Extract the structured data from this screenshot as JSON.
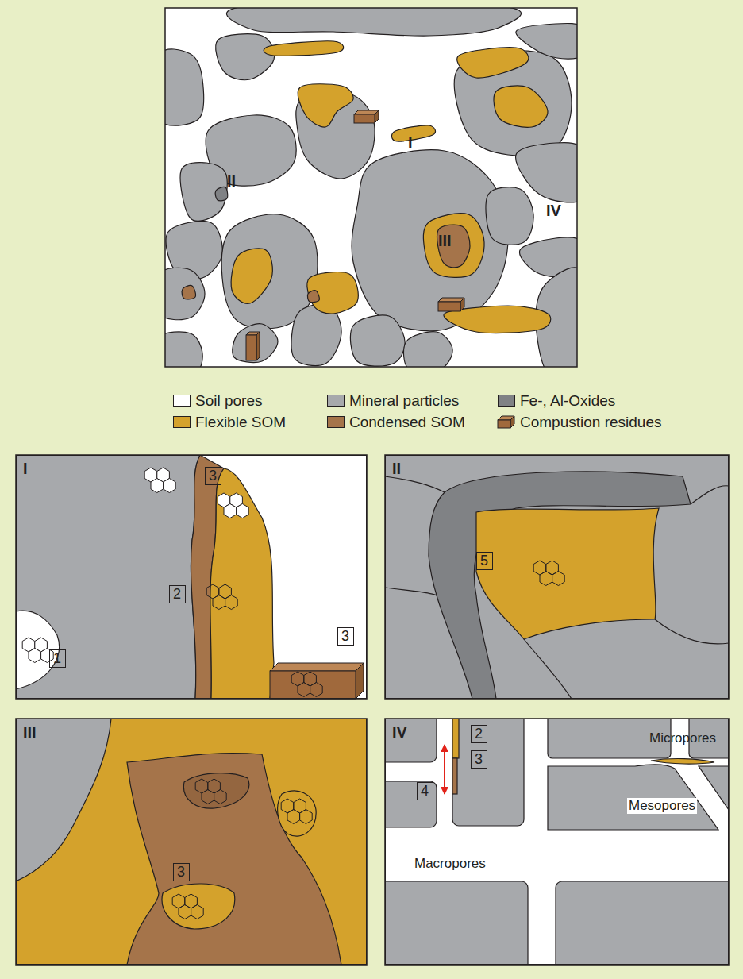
{
  "diagram": {
    "nodes": [
      {
        "text": [
          "I"
        ]
      },
      {
        "text": [
          "3"
        ],
        "in": 0
      },
      {
        "text": [
          "2"
        ],
        "in": 0
      },
      {
        "text": [
          "3"
        ],
        "in": 0
      },
      {
        "text": [
          "1"
        ],
        "in": 0
      },
      {
        "text": [
          "II"
        ]
      },
      {
        "text": [
          "5"
        ],
        "in": 5
      },
      {
        "text": [
          "III"
        ]
      },
      {
        "text": [
          "3"
        ],
        "in": 7
      },
      {
        "text": [
          "IV"
        ]
      },
      {
        "text": [
          "2"
        ],
        "in": 9
      },
      {
        "text": [
          "3"
        ],
        "in": 9
      },
      {
        "text": [
          "4"
        ],
        "in": 9
      }
    ],
    "labels": [
      "I",
      "II",
      "III",
      "IV",
      "Micropores",
      "Mesopores",
      "Macropores"
    ],
    "legend": [
      {
        "text": "Soil pores",
        "color": "#ffffff"
      },
      {
        "text": "Mineral particles",
        "color": "#a7a9ac"
      },
      {
        "text": "Fe-, Al-Oxides",
        "color": "#808285"
      },
      {
        "text": "Flexible SOM",
        "color": "#d4a22c"
      },
      {
        "text": "Condensed SOM",
        "color": "#a5744a"
      },
      {
        "text": "Compustion residues"
      }
    ]
  }
}
